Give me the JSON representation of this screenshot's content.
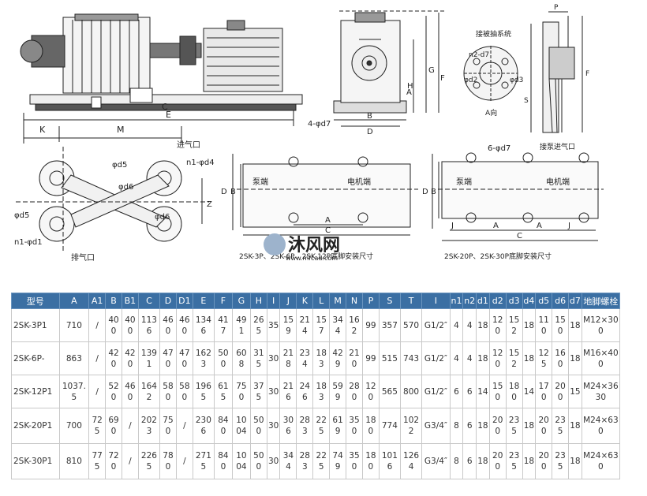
{
  "drawing": {
    "front_view_dims": [
      "K",
      "M",
      "E",
      "C"
    ],
    "side_view_dims": [
      "G",
      "H",
      "F",
      "B",
      "D",
      "A"
    ],
    "side_view_holes": "4-φd7",
    "flange_view": {
      "labels": [
        "P",
        "n2-d7",
        "φd2",
        "φd3",
        "F",
        "S",
        "A向"
      ],
      "to_system": "接被抽系统",
      "to_pump_inlet": "接泵进气口"
    },
    "plan_view": {
      "inlet": "进气口",
      "outlet": "排气口",
      "labels": [
        "φd5",
        "φd6",
        "n1-φd4",
        "φd5",
        "φd6",
        "n1-φd1",
        "Z"
      ]
    },
    "base1": {
      "pump_end": "泵端",
      "motor_end": "电机端",
      "dims": [
        "D",
        "B",
        "A",
        "C"
      ],
      "caption": "2SK-3P、2SK-6P、2SK-12P底脚安装尺寸"
    },
    "base2": {
      "holes": "6-φd7",
      "pump_end": "泵端",
      "motor_end": "电机端",
      "dims": [
        "D",
        "B",
        "A",
        "A",
        "J",
        "C",
        "J"
      ],
      "caption": "2SK-20P、2SK-30P底脚安装尺寸"
    },
    "watermark": "沐风网",
    "watermark_url": "www.mfcad.com"
  },
  "table": {
    "headers": [
      "型号",
      "A",
      "A1",
      "B",
      "B1",
      "C",
      "D",
      "D1",
      "E",
      "F",
      "G",
      "H",
      "I",
      "J",
      "K",
      "L",
      "M",
      "N",
      "P",
      "S",
      "T",
      "I",
      "n1",
      "n2",
      "d1",
      "d2",
      "d3",
      "d4",
      "d5",
      "d6",
      "d7",
      "地脚螺栓"
    ],
    "rows": [
      [
        "2SK-3P1",
        "710",
        "/",
        "400",
        "400",
        "1136",
        "460",
        "460",
        "1346",
        "417",
        "491",
        "265",
        "35",
        "159",
        "214",
        "157",
        "344",
        "162",
        "99",
        "357",
        "570",
        "G1/2″",
        "4",
        "4",
        "18",
        "120",
        "152",
        "18",
        "110",
        "150",
        "18",
        "M12×300"
      ],
      [
        "2SK-6P-",
        "863",
        "/",
        "420",
        "420",
        "1391",
        "470",
        "470",
        "1623",
        "500",
        "608",
        "315",
        "30",
        "218",
        "234",
        "183",
        "429",
        "210",
        "99",
        "515",
        "743",
        "G1/2″",
        "4",
        "4",
        "18",
        "120",
        "152",
        "18",
        "125",
        "160",
        "18",
        "M16×400"
      ],
      [
        "2SK-12P1",
        "1037.5",
        "/",
        "520",
        "460",
        "1642",
        "580",
        "580",
        "1965",
        "615",
        "750",
        "375",
        "30",
        "216",
        "246",
        "183",
        "599",
        "280",
        "120",
        "565",
        "800",
        "G1/2″",
        "6",
        "6",
        "14",
        "150",
        "180",
        "14",
        "170",
        "200",
        "15",
        "M24×3630"
      ],
      [
        "2SK-20P1",
        "700",
        "725",
        "690",
        "/",
        "2023",
        "750",
        "/",
        "2306",
        "840",
        "1004",
        "500",
        "30",
        "306",
        "283",
        "225",
        "619",
        "350",
        "180",
        "774",
        "1022",
        "G3/4″",
        "8",
        "6",
        "18",
        "200",
        "235",
        "18",
        "200",
        "235",
        "18",
        "M24×630"
      ],
      [
        "2SK-30P1",
        "810",
        "775",
        "720",
        "/",
        "2265",
        "780",
        "/",
        "2715",
        "840",
        "1004",
        "500",
        "30",
        "344",
        "283",
        "225",
        "749",
        "350",
        "180",
        "1016",
        "1264",
        "G3/4″",
        "8",
        "6",
        "18",
        "200",
        "235",
        "18",
        "200",
        "235",
        "18",
        "M24×630"
      ]
    ]
  }
}
